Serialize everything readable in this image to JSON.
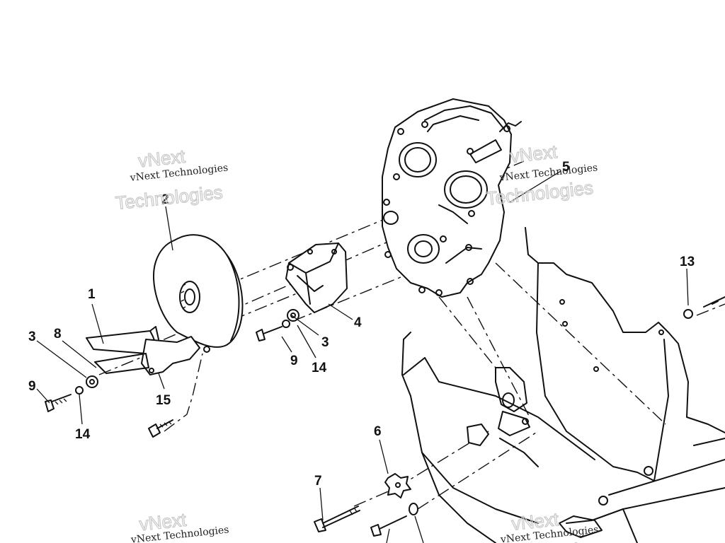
{
  "diagram": {
    "callouts": [
      "1",
      "2",
      "3",
      "3",
      "4",
      "5",
      "6",
      "7",
      "8",
      "9",
      "9",
      "13",
      "14",
      "14",
      "15"
    ]
  },
  "watermark": {
    "text": "vNext Technologies",
    "word1": "vNext",
    "word2": "Technologies"
  }
}
